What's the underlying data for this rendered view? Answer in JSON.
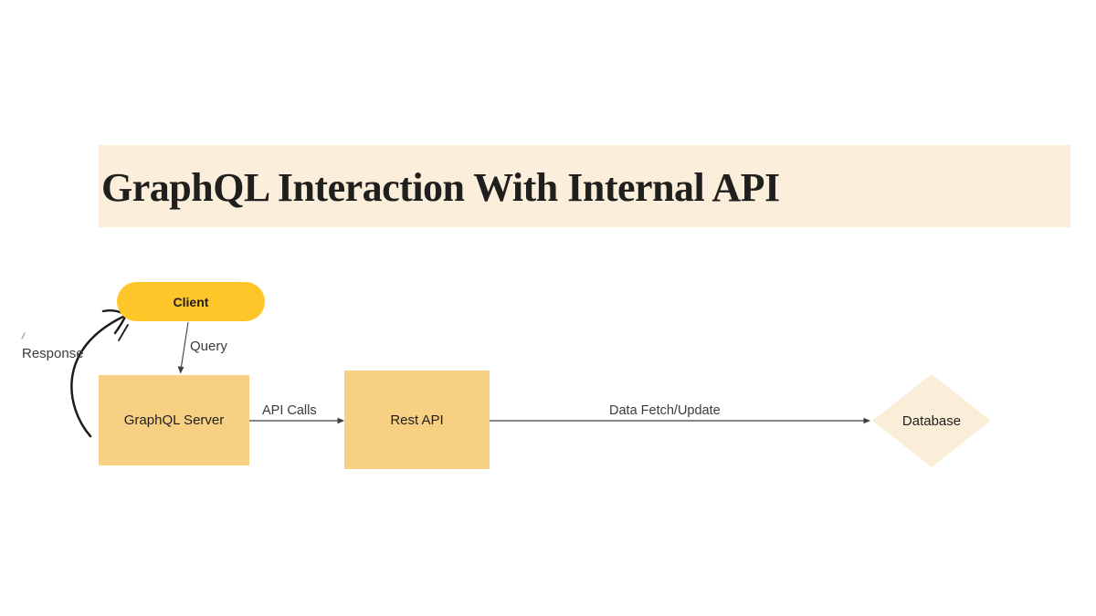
{
  "diagram": {
    "title": "GraphQL Interaction With Internal API",
    "nodes": {
      "client": "Client",
      "graphql_server": "GraphQL Server",
      "rest_api": "Rest API",
      "database": "Database"
    },
    "edges": {
      "query": "Query",
      "response": "Response",
      "api_calls": "API Calls",
      "data_fetch": "Data Fetch/Update"
    }
  },
  "colors": {
    "page_bg": "#FFFFFF",
    "banner_bg": "#FBEEDA",
    "title_text": "#1F1F1E",
    "client_fill": "#FFC629",
    "node_fill": "#F8D084",
    "diamond_fill": "#FBEED9",
    "node_text": "#1E1E1E",
    "edge_label_text": "#3B3B3B",
    "arrow_stroke": "#3F3F3F",
    "response_stroke": "#1C1C1C"
  }
}
